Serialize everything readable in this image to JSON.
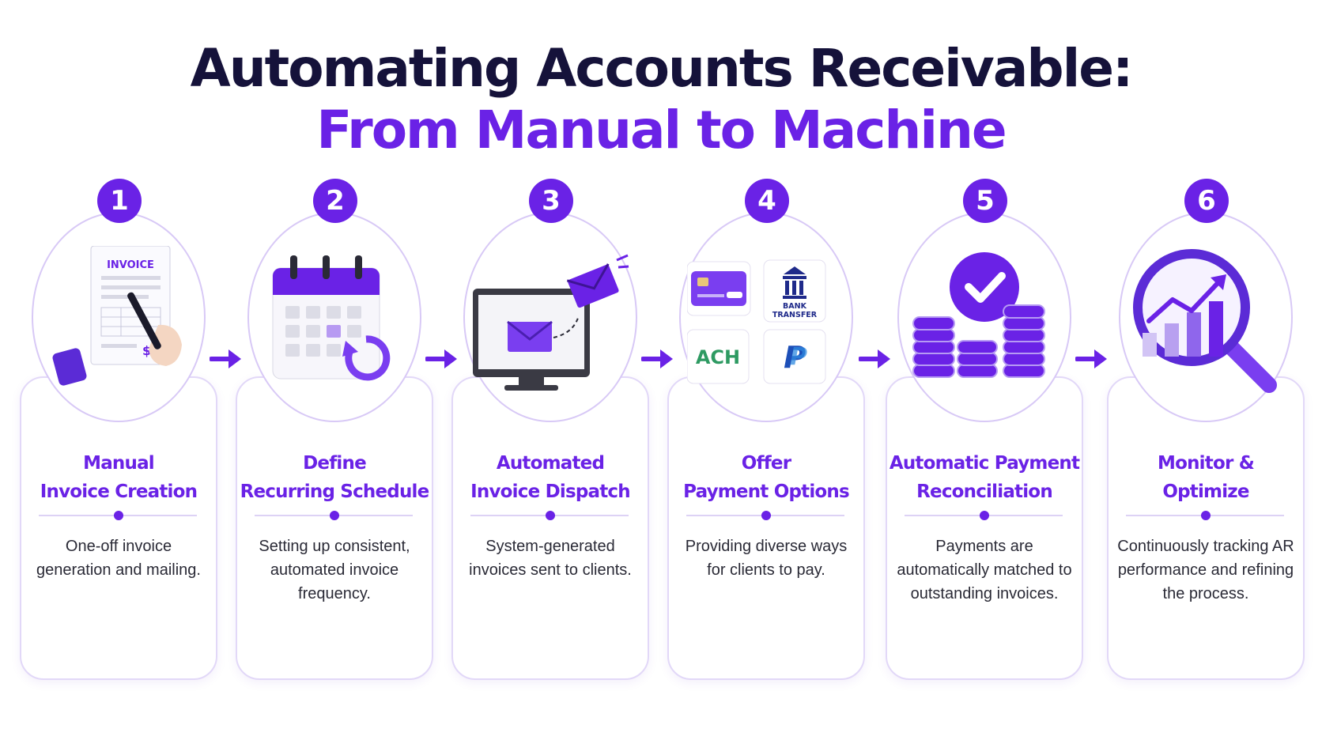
{
  "title": {
    "line1": "Automating Accounts Receivable:",
    "line2": "From Manual to Machine"
  },
  "steps": [
    {
      "number": "1",
      "title_line1": "Manual",
      "title_line2": "Invoice Creation",
      "description": "One-off invoice generation and mailing.",
      "image_text": "INVOICE"
    },
    {
      "number": "2",
      "title_line1": "Define",
      "title_line2": "Recurring Schedule",
      "description": "Setting up consistent, automated invoice frequency."
    },
    {
      "number": "3",
      "title_line1": "Automated",
      "title_line2": "Invoice Dispatch",
      "description": "System-generated invoices sent to clients."
    },
    {
      "number": "4",
      "title_line1": "Offer",
      "title_line2": "Payment Options",
      "description": "Providing diverse ways for clients to pay.",
      "bank_line1": "BANK",
      "bank_line2": "TRANSFER",
      "ach_label": "ACH"
    },
    {
      "number": "5",
      "title_line1": "Automatic Payment",
      "title_line2": "Reconciliation",
      "description": "Payments are automatically matched to outstanding invoices."
    },
    {
      "number": "6",
      "title_line1": "Monitor &",
      "title_line2": "Optimize",
      "description": "Continuously tracking AR performance and refining the process."
    }
  ],
  "colors": {
    "accent": "#6a22e6",
    "title_dark": "#15123a",
    "card_border": "#e2d8f8",
    "text": "#2a2a36"
  },
  "icons": [
    "invoice-icon",
    "calendar-icon",
    "email-dispatch-icon",
    "payment-options-icon",
    "reconciliation-icon",
    "analytics-icon",
    "arrow-right-icon"
  ]
}
